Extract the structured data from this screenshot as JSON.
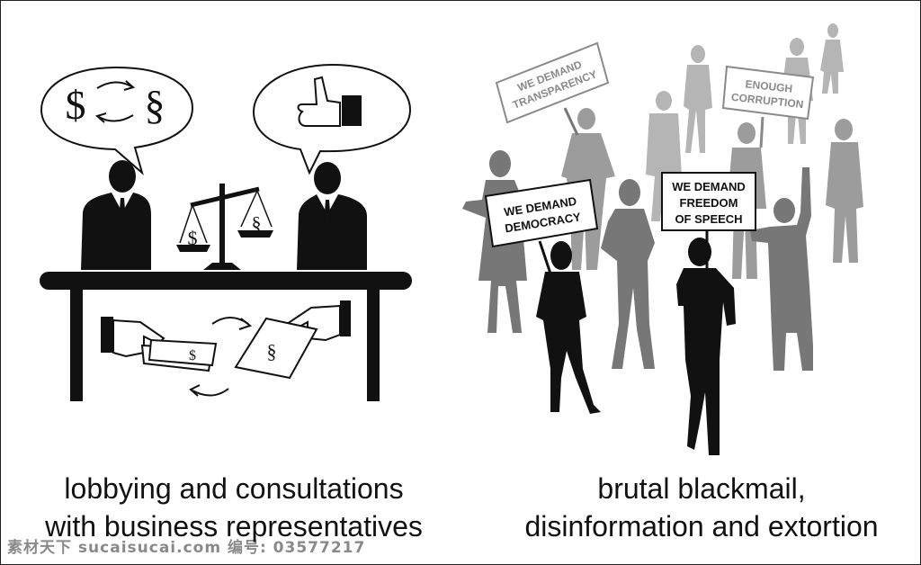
{
  "left_panel": {
    "caption_line1": "lobbying and consultations",
    "caption_line2": "with business representatives",
    "bubble_left_symbols": [
      "$",
      "§"
    ],
    "scale_pans": [
      "$",
      "§"
    ],
    "money_symbol": "$",
    "document_symbol": "§"
  },
  "right_panel": {
    "caption_line1": "brutal blackmail,",
    "caption_line2": "disinformation and extortion",
    "signs": [
      {
        "line1": "WE DEMAND",
        "line2": "TRANSPARENCY",
        "line3": ""
      },
      {
        "line1": "ENOUGH",
        "line2": "CORRUPTION",
        "line3": ""
      },
      {
        "line1": "WE DEMAND",
        "line2": "DEMOCRACY",
        "line3": ""
      },
      {
        "line1": "WE DEMAND",
        "line2": "FREEDOM",
        "line3": "OF SPEECH"
      }
    ]
  },
  "watermark": "素材天下 sucaisucai.com  编号: 03577217",
  "colors": {
    "silhouette_dark": "#111111",
    "silhouette_mid": "#5c5c5c",
    "silhouette_light": "#a9a9a9",
    "sign_light_text": "#8a8a8a"
  },
  "icons": [
    "speech-bubble-icon",
    "arrows-cycle-icon",
    "thumbs-up-icon",
    "balance-scale-icon",
    "handshake-money-icon"
  ]
}
